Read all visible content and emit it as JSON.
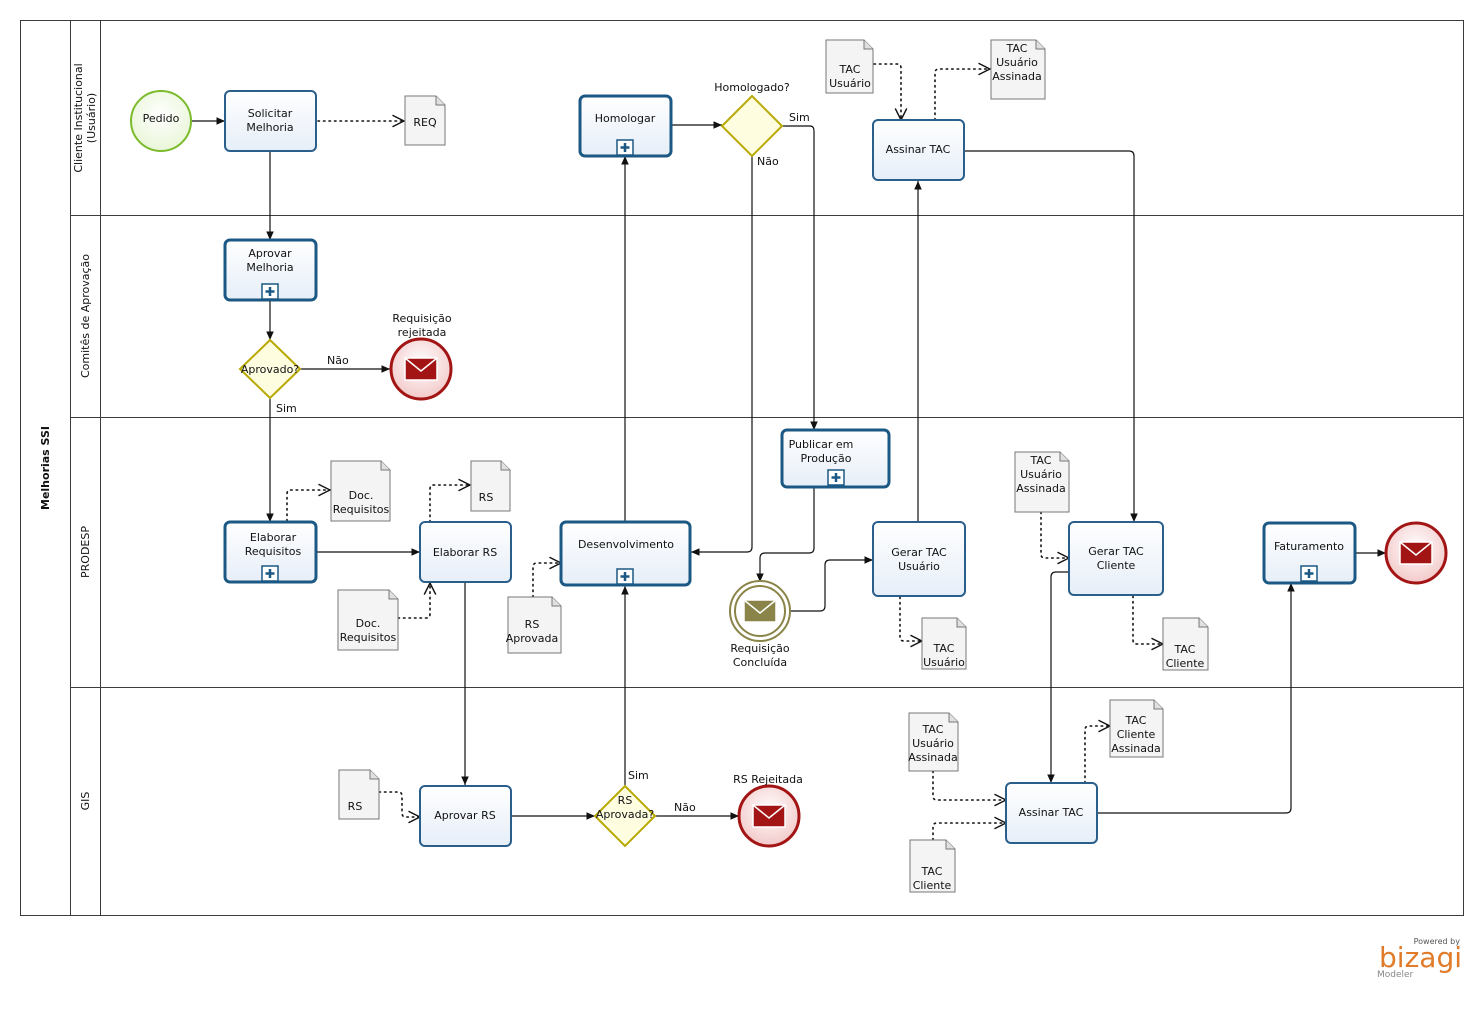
{
  "pool": {
    "name": "Melhorias SSI"
  },
  "lanes": [
    {
      "name_line1": "Cliente Institucional",
      "name_line2": "(Usuário)"
    },
    {
      "name_line1": "Comitês  de Aprovação",
      "name_line2": ""
    },
    {
      "name_line1": "PRODESP",
      "name_line2": ""
    },
    {
      "name_line1": "GIS",
      "name_line2": ""
    }
  ],
  "events": {
    "start": "Pedido",
    "req_rejeitada": [
      "Requisição",
      "rejeitada"
    ],
    "req_concluida": [
      "Requisição",
      "Concluída"
    ],
    "rs_rejeitada": "RS Rejeitada"
  },
  "tasks": {
    "solicitar": [
      "Solicitar",
      "Melhoria"
    ],
    "aprovar_melhoria": [
      "Aprovar",
      "Melhoria"
    ],
    "homologar": "Homologar",
    "assinar_tac_usuario": "Assinar TAC",
    "elaborar_requisitos": [
      "Elaborar",
      "Requisitos"
    ],
    "elaborar_rs": "Elaborar RS",
    "desenvolvimento": "Desenvolvimento",
    "publicar": [
      "Publicar em",
      "Produção"
    ],
    "gerar_tac_usuario": [
      "Gerar TAC",
      "Usuário"
    ],
    "gerar_tac_cliente": [
      "Gerar TAC",
      "Cliente"
    ],
    "faturamento": "Faturamento",
    "aprovar_rs": "Aprovar RS",
    "assinar_tac_gis": "Assinar TAC"
  },
  "gateways": {
    "aprovado": "Aprovado?",
    "homologado": "Homologado?",
    "rs_aprovada": [
      "RS",
      "Aprovada?"
    ]
  },
  "flow_labels": {
    "sim": "Sim",
    "nao": "Não"
  },
  "documents": {
    "req": "REQ",
    "tac_usuario_top": [
      "TAC",
      "Usuário"
    ],
    "tac_usuario_assinada_top": [
      "TAC",
      "Usuário",
      "Assinada"
    ],
    "doc_requisitos_out": [
      "Doc.",
      "Requisitos"
    ],
    "rs_out": "RS",
    "doc_requisitos_in": [
      "Doc.",
      "Requisitos"
    ],
    "rs_aprovada": [
      "RS",
      "Aprovada"
    ],
    "tac_usuario_out": [
      "TAC",
      "Usuário"
    ],
    "tac_usuario_assinada_prodesp": [
      "TAC",
      "Usuário",
      "Assinada"
    ],
    "tac_cliente_out": [
      "TAC",
      "Cliente"
    ],
    "rs_gis": "RS",
    "tac_usuario_assinada_gis": [
      "TAC",
      "Usuário",
      "Assinada"
    ],
    "tac_cliente_gis": [
      "TAC",
      "Cliente"
    ],
    "tac_cliente_assinada": [
      "TAC",
      "Cliente",
      "Assinada"
    ]
  },
  "branding": {
    "powered": "Powered by",
    "name": "bizagi",
    "product": "Modeler"
  },
  "colors": {
    "task_border": "#2a5f8c",
    "start_event": "#7cbb2c",
    "end_event": "#a31515",
    "message_event": "#8a8448",
    "gateway": "#b8a800",
    "brand": "#e07b2a"
  }
}
